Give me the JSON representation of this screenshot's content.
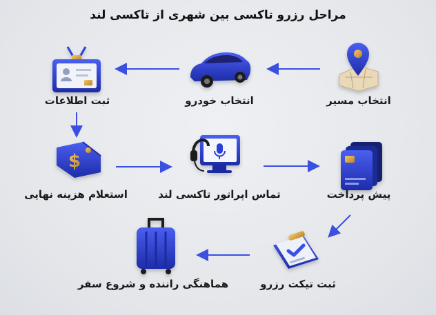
{
  "title": "مراحل رزرو تاکسی بین شهری از تاکسی لند",
  "steps": [
    {
      "label": "انتخاب مسیر",
      "icon": "map-pin-icon"
    },
    {
      "label": "انتخاب خودرو",
      "icon": "car-icon"
    },
    {
      "label": "ثبت اطلاعات",
      "icon": "id-card-icon"
    },
    {
      "label": "استعلام هزینه نهایی",
      "icon": "price-tag-icon"
    },
    {
      "label": "تماس اپراتور تاکسی لند",
      "icon": "monitor-headset-icon"
    },
    {
      "label": "پیش پرداخت",
      "icon": "credit-card-icon"
    },
    {
      "label": "ثبت تیکت رزرو",
      "icon": "ticket-check-icon"
    },
    {
      "label": "هماهنگی راننده و شروع سفر",
      "icon": "suitcase-icon"
    }
  ],
  "colors": {
    "accent": "#2a3fd6",
    "accent_dark": "#1c2ba0",
    "arrow": "#3b4fe0",
    "gold": "#d9a640"
  }
}
